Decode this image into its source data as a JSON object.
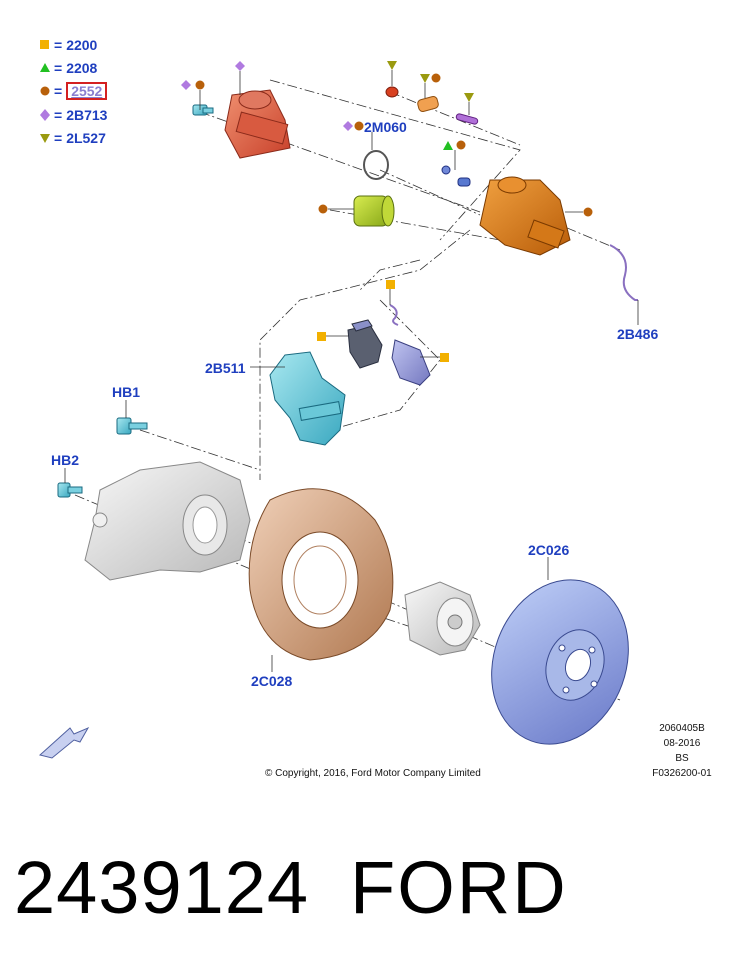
{
  "legend": [
    {
      "symbol": "square",
      "color": "#f2b000",
      "code": "2200",
      "highlight": false
    },
    {
      "symbol": "triangle",
      "color": "#22c022",
      "code": "2208",
      "highlight": false
    },
    {
      "symbol": "circle",
      "color": "#b8600a",
      "code": "2552",
      "highlight": true
    },
    {
      "symbol": "diamond",
      "color": "#b07ae0",
      "code": "2B713",
      "highlight": false
    },
    {
      "symbol": "inverted-triangle",
      "color": "#9a9a10",
      "code": "2L527",
      "highlight": false
    }
  ],
  "legend_eq": "=",
  "callouts": {
    "seal": "2M060",
    "wear_sensor": "2B486",
    "anchor_bracket": "2B511",
    "bolt_1": "HB1",
    "bolt_2": "HB2",
    "rotor": "2C026",
    "dust_shield": "2C028"
  },
  "meta": {
    "code": "2060405B",
    "date": "08-2016",
    "author": "BS",
    "figure": "F0326200-01"
  },
  "copyright": "© Copyright, 2016, Ford Motor Company Limited",
  "footer": {
    "part_number": "2439124",
    "brand": "FORD"
  }
}
